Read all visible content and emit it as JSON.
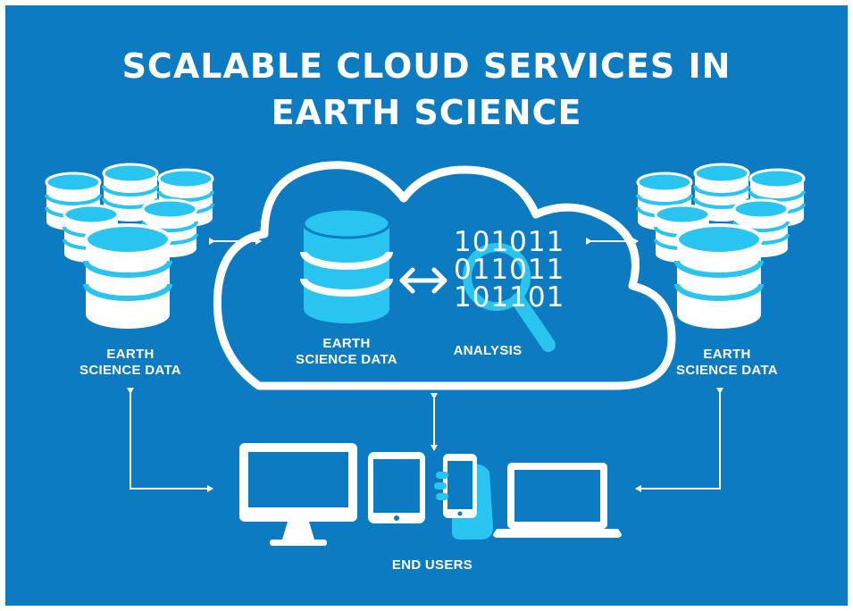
{
  "title": {
    "line1": "SCALABLE CLOUD SERVICES IN",
    "line2": "EARTH SCIENCE"
  },
  "labels": {
    "left_data_line1": "EARTH",
    "left_data_line2": "SCIENCE DATA",
    "cloud_data_line1": "EARTH",
    "cloud_data_line2": "SCIENCE DATA",
    "analysis": "ANALYSIS",
    "right_data_line1": "EARTH",
    "right_data_line2": "SCIENCE DATA",
    "end_users": "END USERS"
  },
  "binary": [
    "101011",
    "011011",
    "101101"
  ],
  "colors": {
    "background": "#0c7bc2",
    "white": "#ffffff",
    "light_blue": "#29c4ef"
  },
  "icons": {
    "databases": "database-stack-icon",
    "analysis": "magnifier-icon",
    "devices": [
      "desktop-monitor-icon",
      "tablet-icon",
      "smartphone-in-hand-icon",
      "laptop-icon"
    ]
  }
}
